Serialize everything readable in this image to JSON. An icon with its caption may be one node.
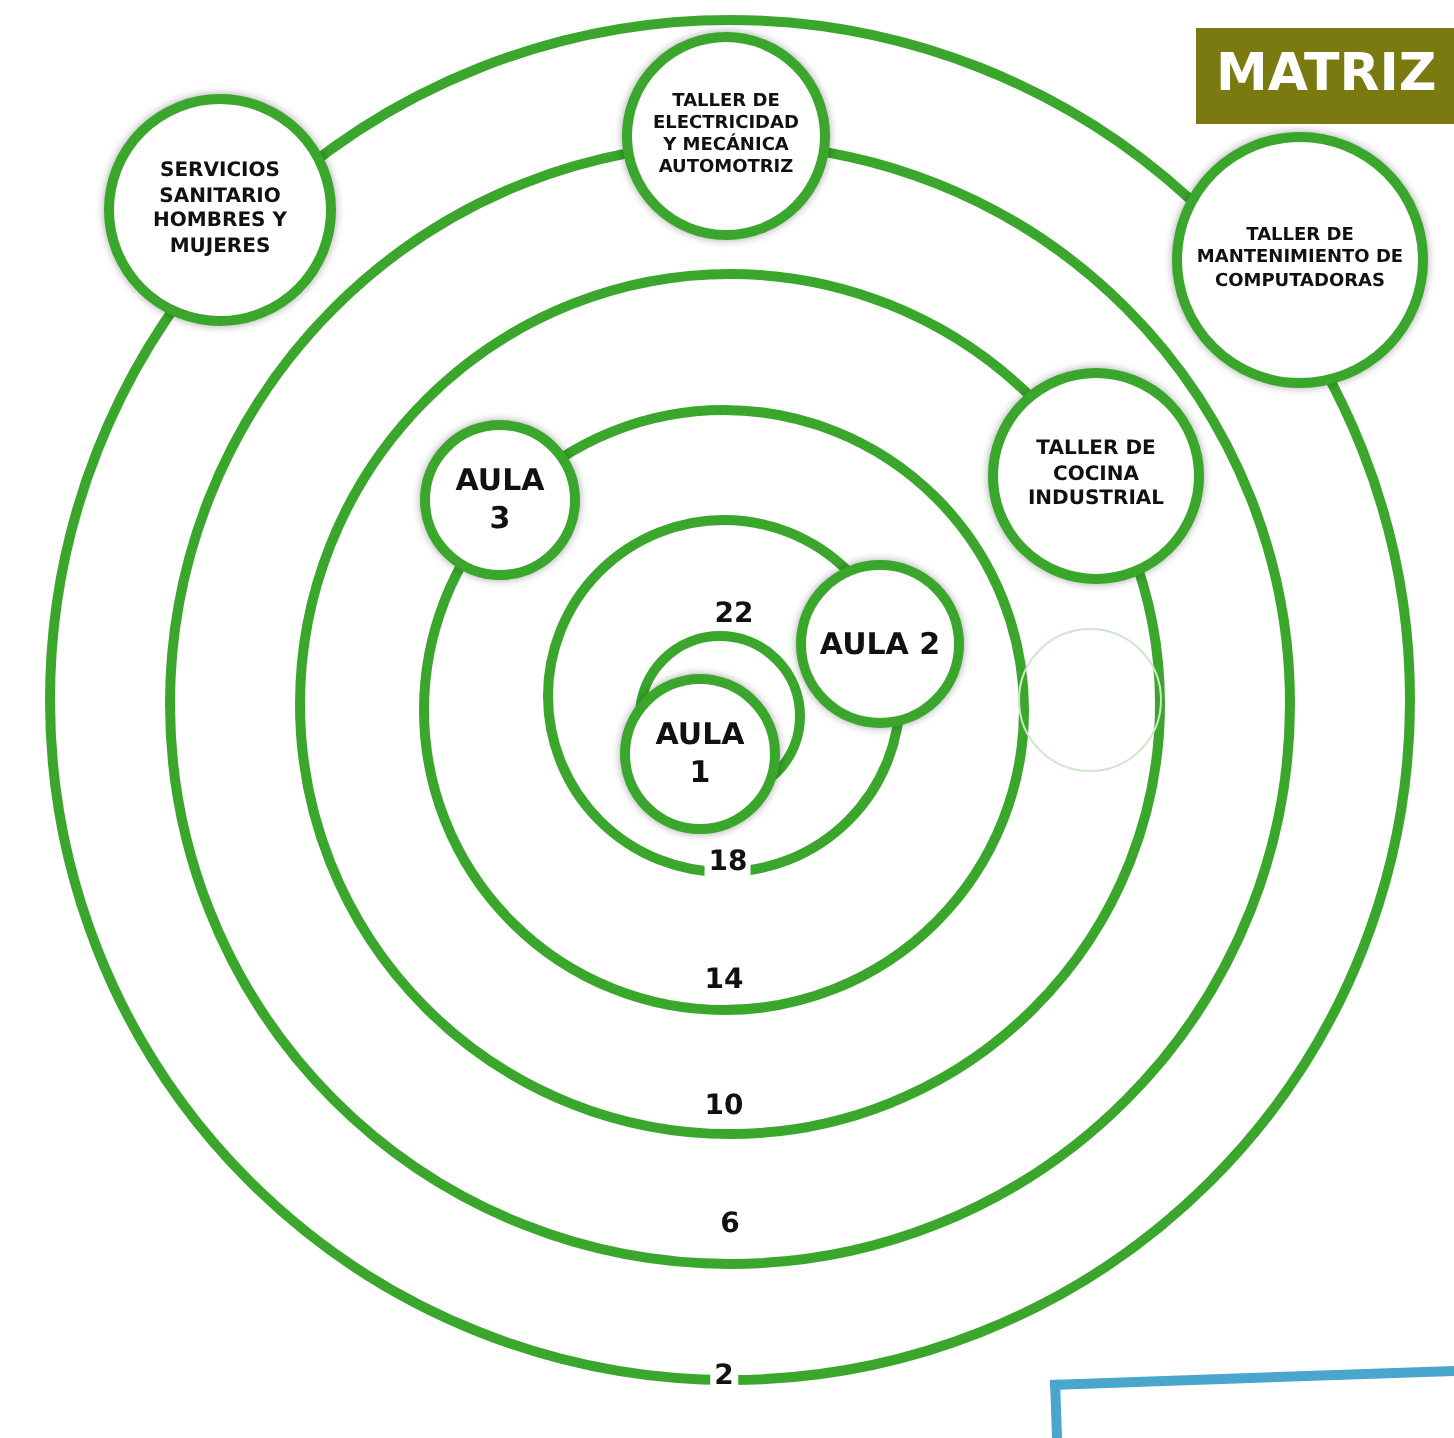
{
  "diagram": {
    "title": "MATRIZ",
    "nodes": [
      {
        "text": [
          "SERVICIOS SANITARIO HOMBRES Y MUJERES"
        ]
      },
      {
        "text": [
          "TALLER DE ELECTRICIDAD Y MECÁNICA AUTOMOTRIZ"
        ]
      },
      {
        "text": [
          "TALLER DE MANTENIMIENTO DE COMPUTADORAS"
        ]
      },
      {
        "text": [
          "TALLER DE COCINA INDUSTRIAL"
        ]
      },
      {
        "text": [
          "AULA 3"
        ]
      },
      {
        "text": [
          "AULA 2"
        ]
      },
      {
        "text": [],
        "shape": "circle"
      },
      {
        "text": [
          "AULA 1"
        ]
      }
    ],
    "edges": [],
    "labels": [
      "22",
      "18",
      "14",
      "10",
      "6",
      "2"
    ]
  }
}
